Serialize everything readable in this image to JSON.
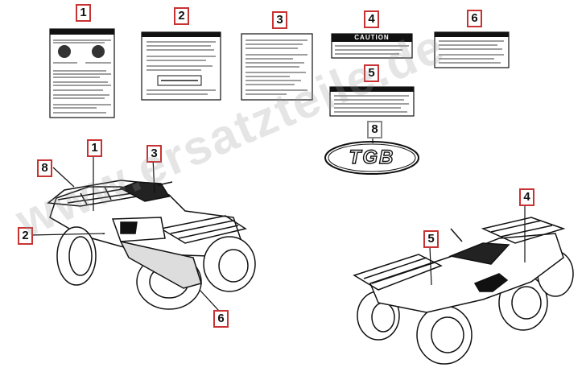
{
  "callouts": {
    "c1": "1",
    "c2": "2",
    "c3": "3",
    "c4": "4",
    "c5": "5",
    "c6": "6",
    "c8": "8",
    "q1_8": "8",
    "q1_1": "1",
    "q1_3": "3",
    "q1_2": "2",
    "q1_6": "6",
    "q2_4": "4",
    "q2_5": "5"
  },
  "labels": {
    "caution_title": "CAUTION",
    "tgb_logo": "TGB"
  },
  "watermark": "www.ersatzteile.de",
  "colors": {
    "callout_border": "#c83232",
    "callout_border_grey": "#8a8a8a",
    "line": "#111111",
    "fill": "#ffffff"
  }
}
